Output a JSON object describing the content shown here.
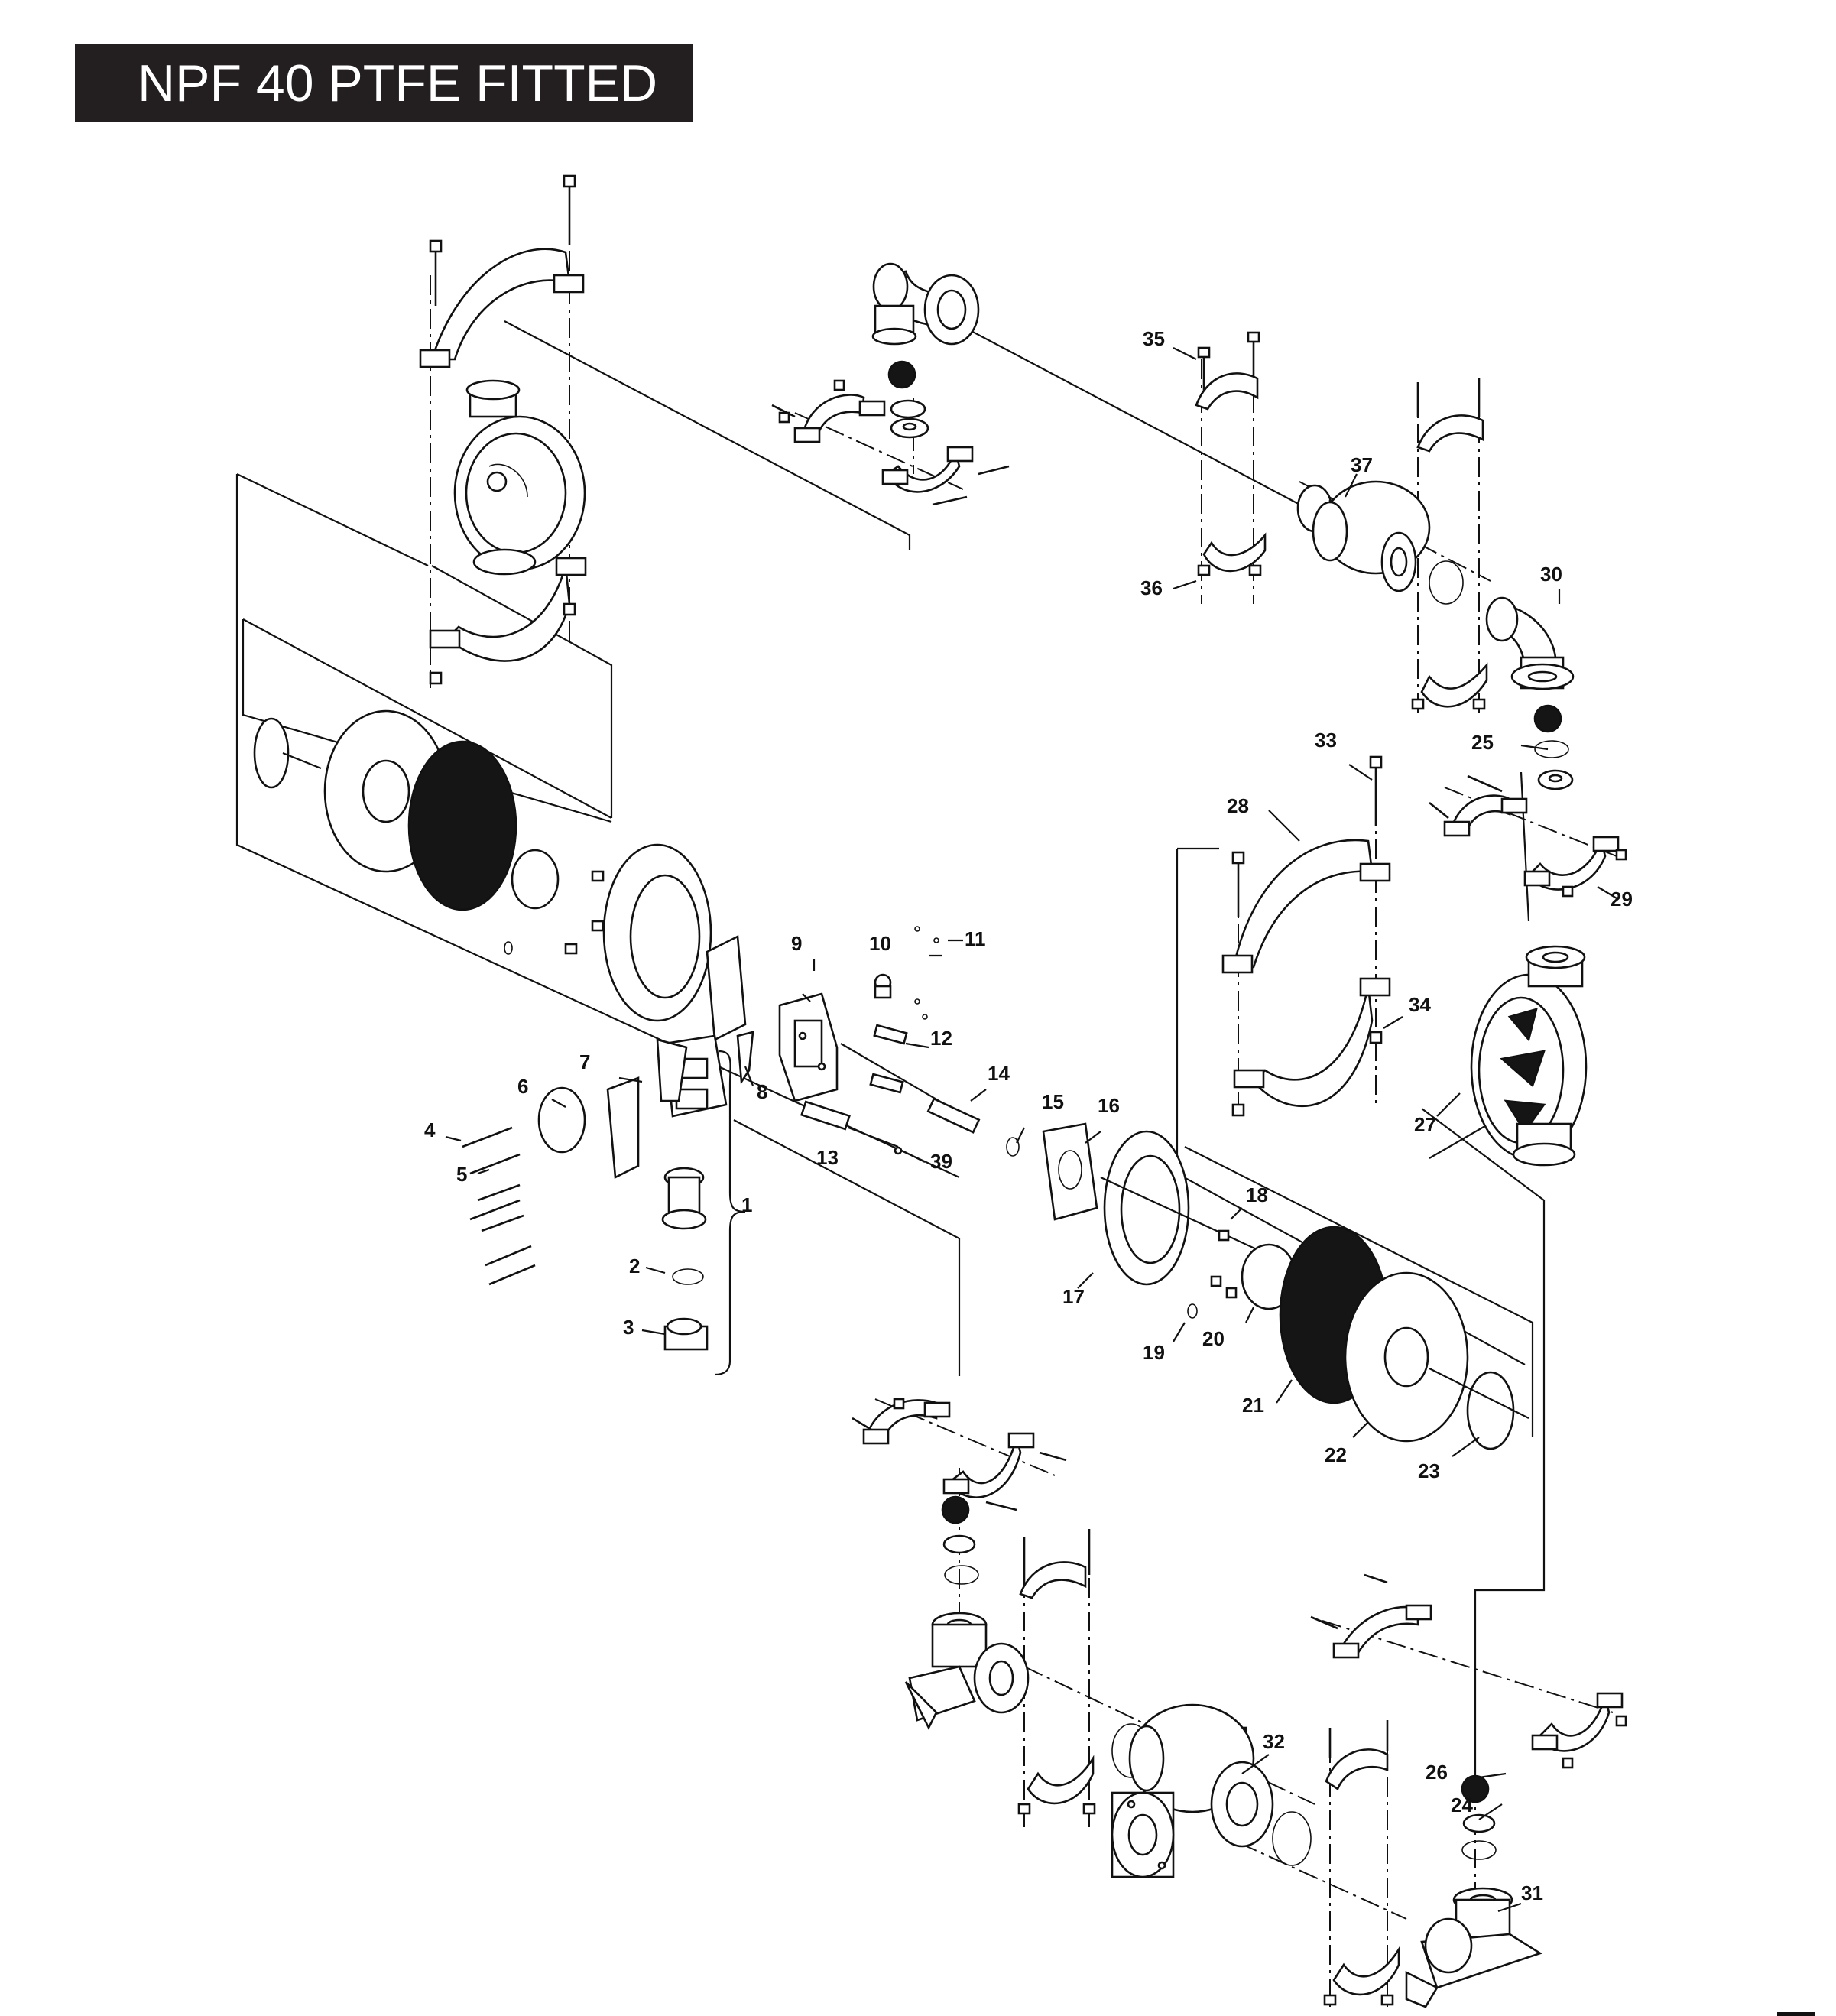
{
  "title": "NPF 40 PTFE FITTED",
  "callouts": [
    "1",
    "2",
    "3",
    "4",
    "5",
    "6",
    "7",
    "8",
    "9",
    "10",
    "11",
    "12",
    "13",
    "14",
    "15",
    "16",
    "17",
    "18",
    "19",
    "20",
    "21",
    "22",
    "23",
    "24",
    "25",
    "26",
    "27",
    "28",
    "29",
    "30",
    "31",
    "32",
    "33",
    "34",
    "35",
    "36",
    "37",
    "39"
  ]
}
